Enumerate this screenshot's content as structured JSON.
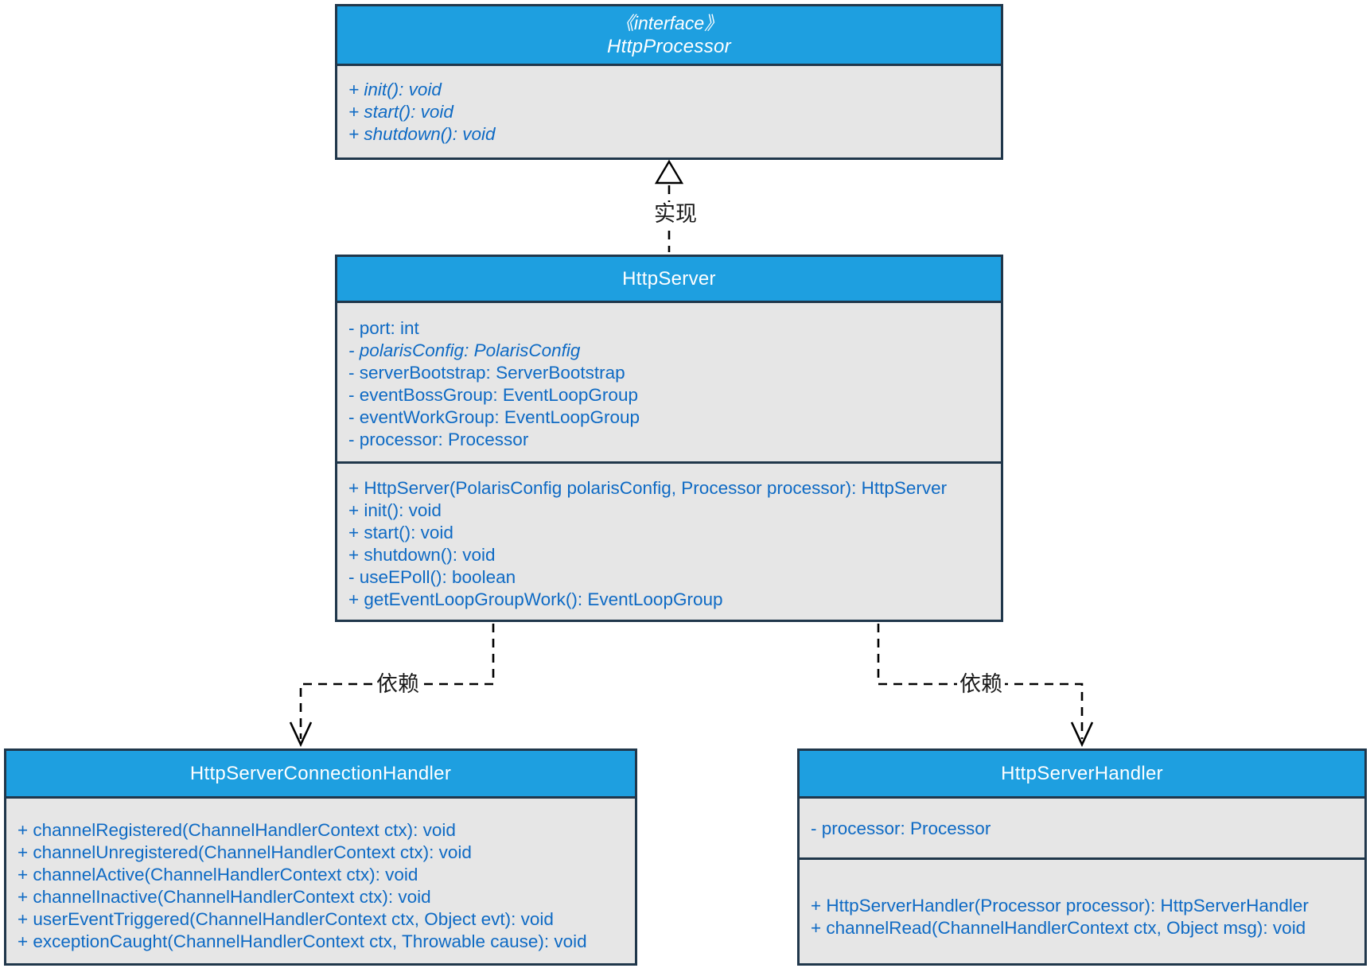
{
  "diagram": {
    "interface_box": {
      "stereotype": "《interface》",
      "title": "HttpProcessor",
      "methods": [
        "+ init(): void",
        "+ start(): void",
        "+ shutdown(): void"
      ]
    },
    "http_server_box": {
      "title": "HttpServer",
      "fields": [
        "- port: int",
        "- polarisConfig: PolarisConfig",
        "- serverBootstrap: ServerBootstrap",
        "- eventBossGroup: EventLoopGroup",
        "- eventWorkGroup: EventLoopGroup",
        "- processor: Processor"
      ],
      "methods": [
        "+ HttpServer(PolarisConfig polarisConfig, Processor processor): HttpServer",
        "+ init(): void",
        "+ start(): void",
        "+ shutdown(): void",
        "- useEPoll(): boolean",
        "+ getEventLoopGroupWork(): EventLoopGroup"
      ]
    },
    "connection_handler_box": {
      "title": "HttpServerConnectionHandler",
      "methods": [
        "+ channelRegistered(ChannelHandlerContext ctx): void",
        "+ channelUnregistered(ChannelHandlerContext ctx): void",
        "+ channelActive(ChannelHandlerContext ctx): void",
        "+ channelInactive(ChannelHandlerContext ctx): void",
        "+ userEventTriggered(ChannelHandlerContext ctx, Object evt): void",
        "+ exceptionCaught(ChannelHandlerContext ctx, Throwable cause): void"
      ]
    },
    "server_handler_box": {
      "title": "HttpServerHandler",
      "fields": [
        "- processor: Processor"
      ],
      "methods": [
        "+ HttpServerHandler(Processor processor): HttpServerHandler",
        "+ channelRead(ChannelHandlerContext ctx, Object msg): void"
      ]
    },
    "edges": {
      "realization_label": "实现",
      "dependency_left_label": "依赖",
      "dependency_right_label": "依赖"
    },
    "colors": {
      "header_blue": "#1E9FE0",
      "border_dark": "#20374B",
      "body_gray": "#E6E6E6",
      "member_text_blue": "#0E6AC4",
      "edge_label_text": "#1A1A1A"
    }
  }
}
